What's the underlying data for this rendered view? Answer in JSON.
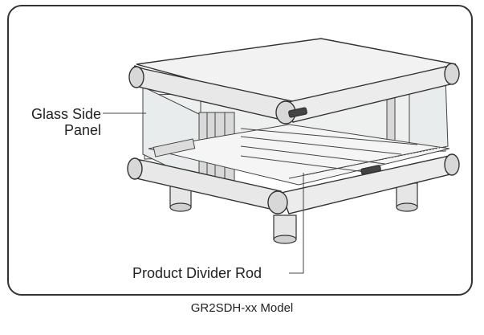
{
  "labels": {
    "glass_side_panel_line1": "Glass Side",
    "glass_side_panel_line2": "Panel",
    "product_divider_rod": "Product Divider Rod"
  },
  "caption": "GR2SDH-xx Model"
}
